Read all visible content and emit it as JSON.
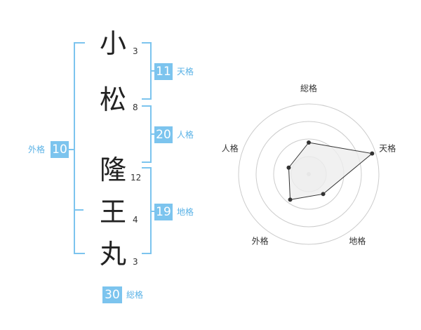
{
  "name": {
    "characters": [
      {
        "char": "小",
        "strokes": "3"
      },
      {
        "char": "松",
        "strokes": "8"
      },
      {
        "char": "隆",
        "strokes": "12"
      },
      {
        "char": "王",
        "strokes": "4"
      },
      {
        "char": "丸",
        "strokes": "3"
      }
    ]
  },
  "fortunes": {
    "tenkaku": {
      "value": "11",
      "label": "天格"
    },
    "jinkaku": {
      "value": "20",
      "label": "人格"
    },
    "chikaku": {
      "value": "19",
      "label": "地格"
    },
    "gaikaku": {
      "value": "10",
      "label": "外格"
    },
    "soukaku": {
      "value": "30",
      "label": "総格"
    }
  },
  "radar": {
    "axes": [
      "総格",
      "天格",
      "地格",
      "外格",
      "人格"
    ],
    "values": [
      0.45,
      0.95,
      0.35,
      0.45,
      0.3
    ],
    "rings": 4,
    "line_color": "#333333",
    "fill_color": "#eeeeee",
    "ring_color": "#cccccc"
  }
}
